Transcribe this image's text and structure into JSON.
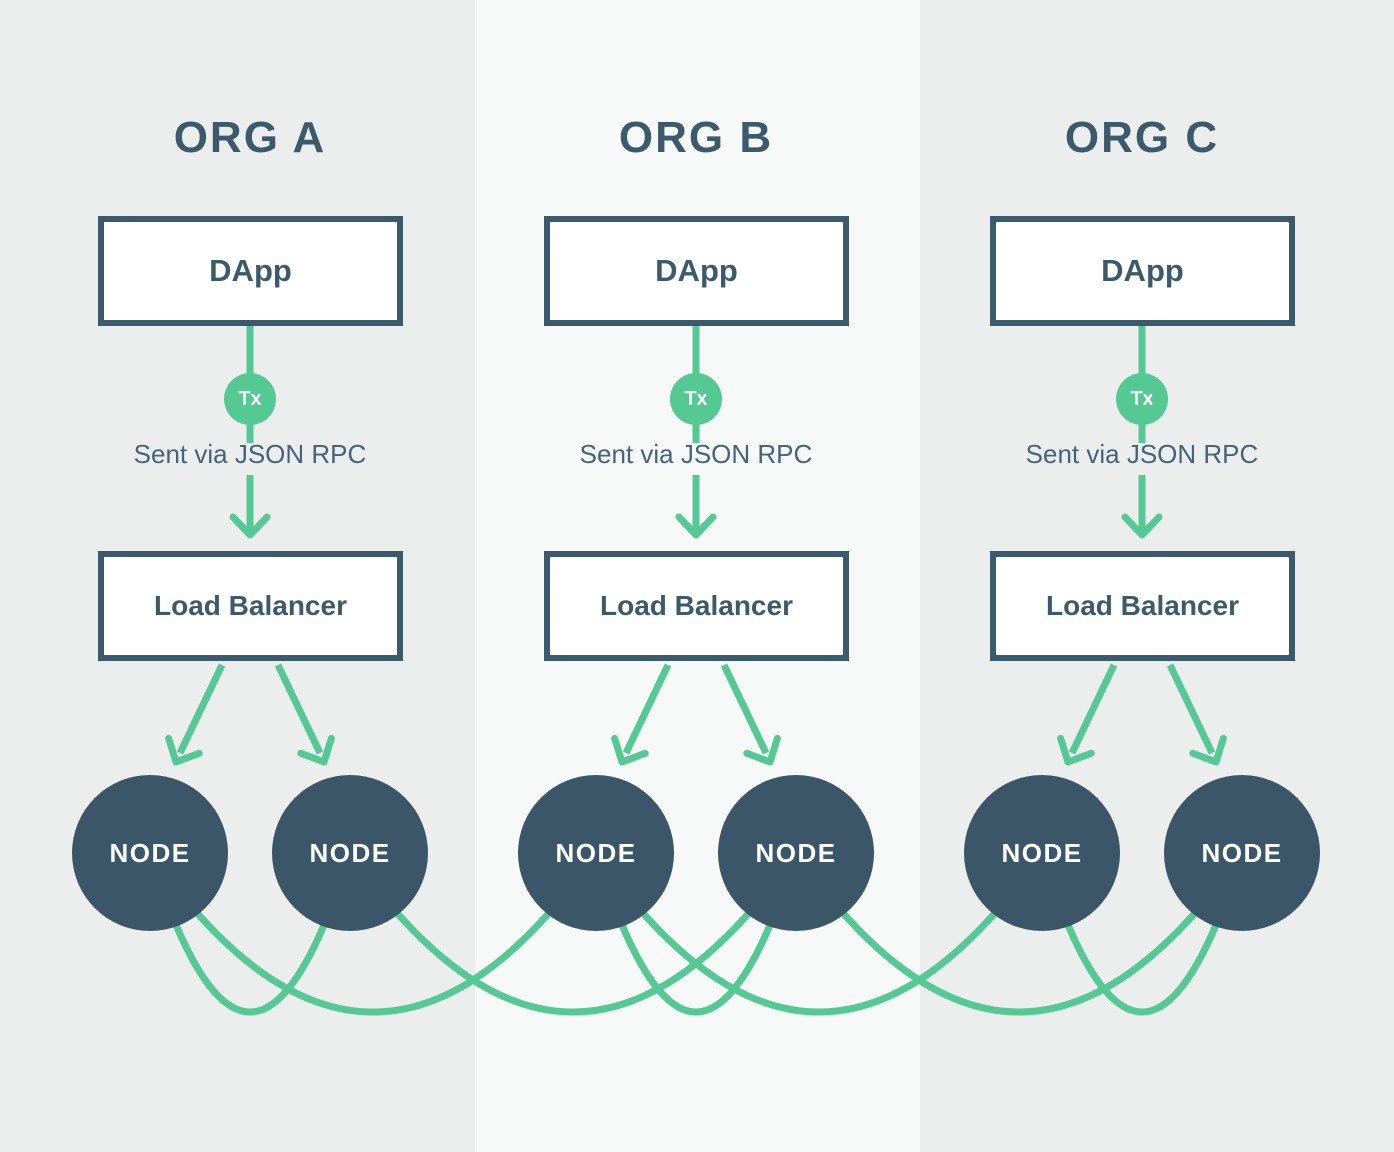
{
  "diagram": {
    "columns": [
      {
        "title": "ORG A",
        "dapp_label": "DApp",
        "tx_label": "Tx",
        "rpc_label": "Sent via JSON RPC",
        "lb_label": "Load Balancer",
        "nodes": [
          "NODE",
          "NODE"
        ]
      },
      {
        "title": "ORG B",
        "dapp_label": "DApp",
        "tx_label": "Tx",
        "rpc_label": "Sent via JSON RPC",
        "lb_label": "Load Balancer",
        "nodes": [
          "NODE",
          "NODE"
        ]
      },
      {
        "title": "ORG C",
        "dapp_label": "DApp",
        "tx_label": "Tx",
        "rpc_label": "Sent via JSON RPC",
        "lb_label": "Load Balancer",
        "nodes": [
          "NODE",
          "NODE"
        ]
      }
    ],
    "flow_per_org": [
      "DApp",
      "Tx",
      "Sent via JSON RPC",
      "Load Balancer",
      "NODE",
      "NODE"
    ],
    "node_mesh_links": [
      [
        "A-node-1",
        "A-node-2"
      ],
      [
        "A-node-1",
        "B-node-1"
      ],
      [
        "A-node-2",
        "B-node-2"
      ],
      [
        "B-node-1",
        "B-node-2"
      ],
      [
        "B-node-1",
        "C-node-1"
      ],
      [
        "B-node-2",
        "C-node-2"
      ],
      [
        "C-node-1",
        "C-node-2"
      ]
    ],
    "colors": {
      "accent_green": "#55C993",
      "slate": "#3C5A6D",
      "node_fill": "#3B5668",
      "box_fill": "#FFFFFF",
      "bg_outer": "#ECEEEE",
      "bg_middle": "#F7F8F8",
      "rpc_text_color": "#42647C"
    }
  }
}
